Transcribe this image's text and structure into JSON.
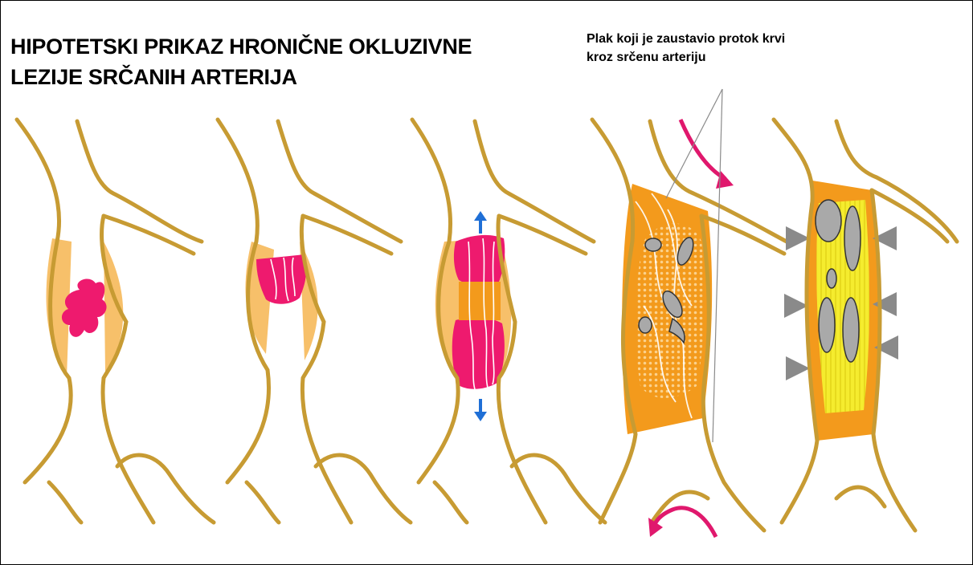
{
  "title": {
    "line1": "HIPOTETSKI PRIKAZ HRONIČNE OKLUZIVNE",
    "line2": "LEZIJE SRČANIH ARTERIJA"
  },
  "callout": {
    "line1": "Plak koji je zaustavio protok krvi",
    "line2": "kroz srčenu arteriju"
  },
  "colors": {
    "vessel_wall": "#c79b33",
    "vessel_wall_fill": "#f7c06a",
    "plaque_orange": "#f39a1c",
    "clot_pink": "#ee1a6e",
    "calcification_gray": "#a9a9a9",
    "fibrous_yellow": "#f5ec2e",
    "flow_arrow_blue": "#1f6fd6",
    "flow_arrow_magenta": "#e0186d",
    "pressure_arrow_gray": "#8a8a8a"
  },
  "panels": [
    {
      "stage": 1,
      "icon": "artery-early-thrombus"
    },
    {
      "stage": 2,
      "icon": "artery-organizing-thrombus"
    },
    {
      "stage": 3,
      "icon": "artery-recanalization"
    },
    {
      "stage": 4,
      "icon": "artery-occlusive-plaque"
    },
    {
      "stage": 5,
      "icon": "artery-calcified-fibrous-plaque"
    }
  ]
}
